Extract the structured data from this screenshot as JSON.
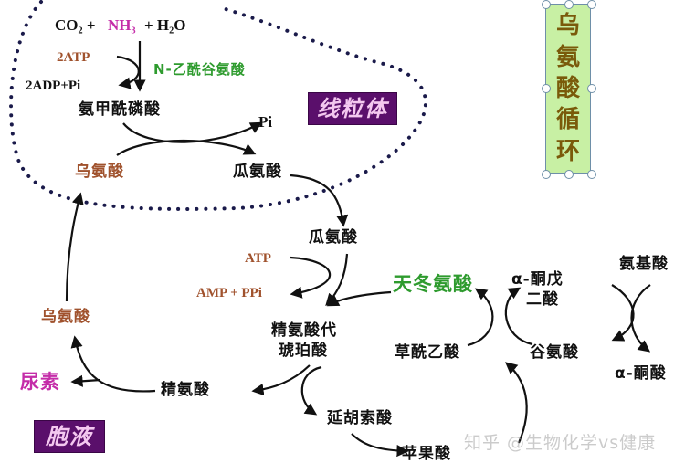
{
  "diagram": {
    "title_vertical": [
      "乌",
      "氨",
      "酸",
      "循",
      "环"
    ],
    "regions": {
      "mitochondria": "线粒体",
      "cytosol": "胞液"
    },
    "mitochondria_nodes": {
      "reactants": {
        "co2": "CO₂ +",
        "nh3": "NH₃",
        "h2o": "+ H₂O"
      },
      "atp_in": "2ATP",
      "adp_out": "2ADP+Pi",
      "activator": "N-乙酰谷氨酸",
      "carbamoyl_phosphate": "氨甲酰磷酸",
      "pi": "Pi",
      "ornithine": "乌氨酸",
      "citrulline": "瓜氨酸"
    },
    "cytosol_nodes": {
      "citrulline": "瓜氨酸",
      "atp": "ATP",
      "amp_ppi": "AMP + PPi",
      "aspartate": "天冬氨酸",
      "argininosuccinate_line1": "精氨酸代",
      "argininosuccinate_line2": "琥珀酸",
      "arginine": "精氨酸",
      "urea": "尿素",
      "ornithine": "乌氨酸",
      "fumarate": "延胡索酸",
      "malate": "苹果酸",
      "oxaloacetate": "草酰乙酸",
      "alpha_kg_line1": "α-酮戊",
      "alpha_kg_line2": "二酸",
      "glutamate": "谷氨酸",
      "amino_acid": "氨基酸",
      "alpha_keto_acid": "α-酮酸"
    },
    "watermark": "知乎 @生物化学vs健康",
    "colors": {
      "region_box_bg": "#5a0f6b",
      "region_box_text": "#f4c8f0",
      "title_box_bg": "#c8f0a4",
      "title_text": "#7a5a0a",
      "orange_text": "#a0522d",
      "green_text": "#2e9b2e",
      "magenta_text": "#c42ca8",
      "dotted_boundary": "#1a1a4a"
    }
  }
}
